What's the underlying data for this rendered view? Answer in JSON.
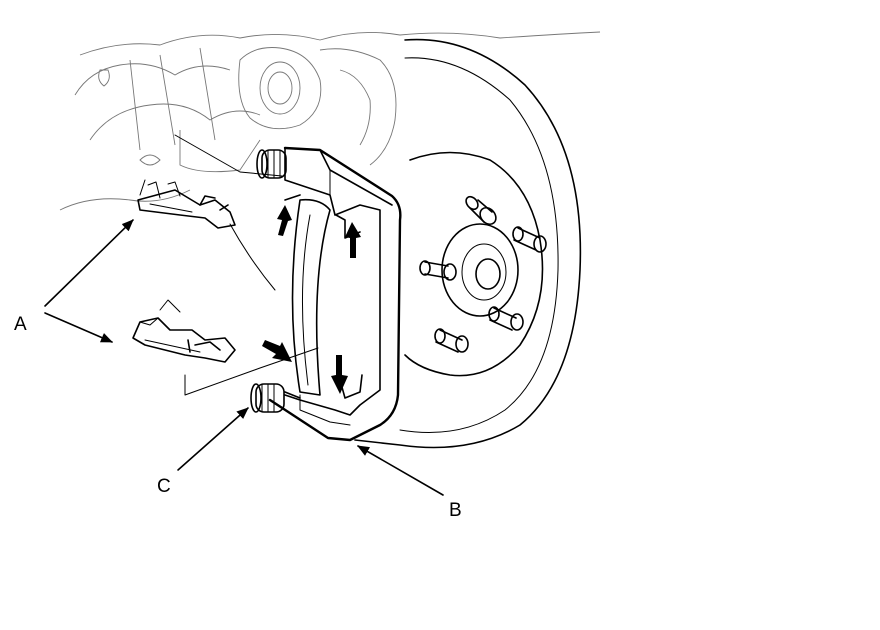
{
  "labels": {
    "a": "A",
    "b": "B",
    "c": "C"
  },
  "colors": {
    "line": "#000000",
    "background": "#ffffff",
    "sketch": "#777777"
  },
  "parts": {
    "a": "pad-retainer-clips",
    "b": "caliper-bracket",
    "c": "slide-pin-boot"
  }
}
